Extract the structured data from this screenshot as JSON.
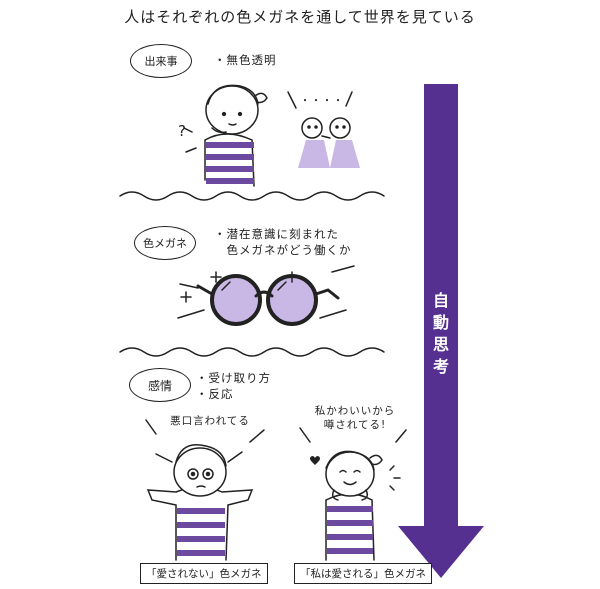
{
  "title": "人はそれぞれの色メガネを通して世界を見ている",
  "sections": [
    {
      "label": "出来事",
      "description": "・無色透明"
    },
    {
      "label": "色メガネ",
      "description": "・潜在意識に刻まれた\n　色メガネがどう働くか"
    },
    {
      "label": "感情",
      "description": "・受け取り方\n・反応"
    }
  ],
  "thought_dots": "・・・・",
  "question_mark": "?",
  "arrow_label": "自動思考",
  "left_speech": "悪口言われてる",
  "right_speech": "私かわいいから\n噂されてる!",
  "left_caption": "「愛されない」色メガネ",
  "right_caption": "「私は愛される」色メガネ",
  "colors": {
    "accent": "#563090",
    "lens": "#c9b8e6",
    "stripe": "#6b4aa0",
    "ink": "#222222"
  },
  "icons": [
    "person-thinking-illustration",
    "two-people-whispering-illustration",
    "sunglasses-illustration",
    "worried-person-illustration",
    "happy-person-illustration",
    "heart-icon",
    "sparkle-icon"
  ]
}
